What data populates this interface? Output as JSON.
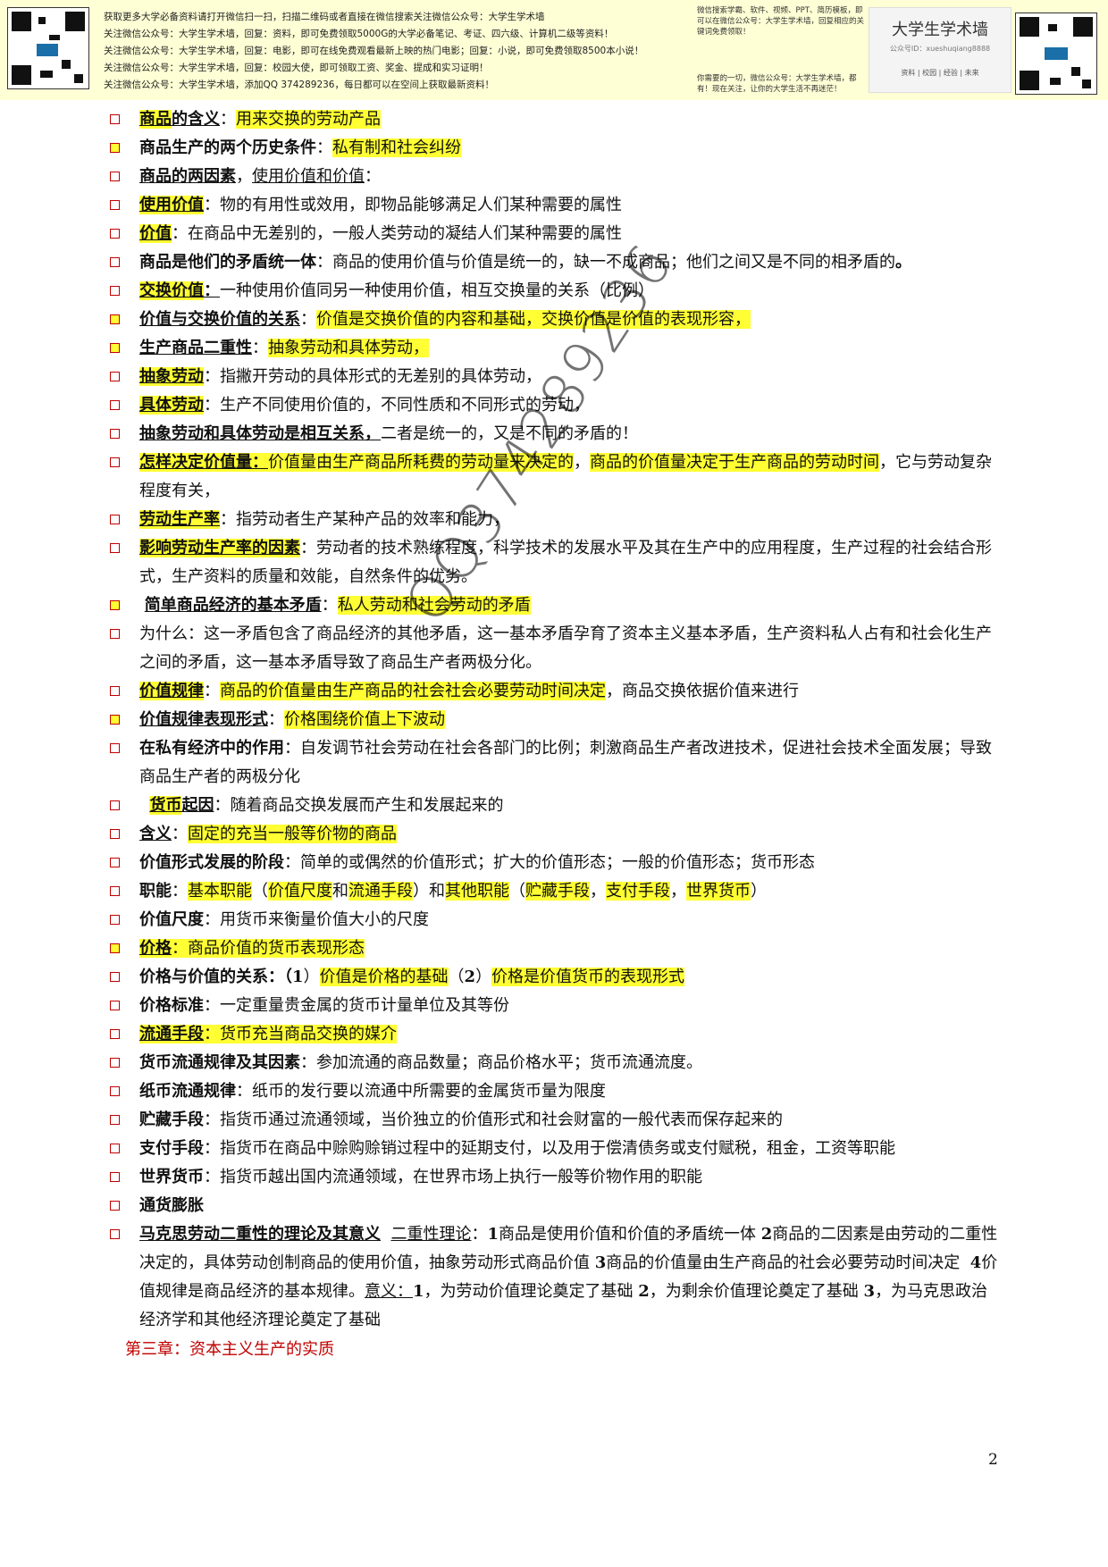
{
  "banner": {
    "lines": [
      "获取更多大学必备资料请打开微信扫一扫，扫描二维码或者直接在微信搜索关注微信公众号：大学生学术墙",
      "关注微信公众号：大学生学术墙，回复：资料，即可免费领取5000G的大学必备笔记、考证、四六级、计算机二级等资料！",
      "关注微信公众号：大学生学术墙，回复：电影，即可在线免费观看最新上映的热门电影；回复：小说，即可免费领取8500本小说！",
      "关注微信公众号：大学生学术墙，回复：校园大使，即可领取工资、奖金、提成和实习证明！",
      "关注微信公众号：大学生学术墙，添加QQ 374289236，每日都可以在空间上获取最新资料！"
    ],
    "side_top": "微信搜索学霸、软件、视频、PPT、简历模板，即可以在微信公众号：大学生学术墙，回复相应的关键词免费领取！",
    "side_bottom": "你需要的一切，微信公众号：大学生学术墙，都有！现在关注，让你的大学生活不再迷茫！",
    "brand_name": "大学生学术墙",
    "brand_id": "公众号ID：xueshuqiang8888",
    "brand_nav": "资料 | 校园 | 经验 | 未来"
  },
  "items": {
    "i1": {
      "t": "商品",
      "t2": "的含义",
      "c": "：",
      "d": "用来交换的劳动产品"
    },
    "i2": {
      "t": "商品生产的两个历史条件",
      "c": "：",
      "d": "私有制和社会纠纷"
    },
    "i3": {
      "t": "商品的两因素",
      "c": "，",
      "d": "使用价值和价值",
      "e": "："
    },
    "i4": {
      "t": "使用价值",
      "d": "：物的有用性或效用，即物品能够满足人们某种需要的属性"
    },
    "i5": {
      "t": "价值",
      "d": "：在商品中无差别的，一般人类劳动的凝结人们某种需要的属性"
    },
    "i6": {
      "t": "商品是他们的矛盾统一体",
      "d": "：商品的使用价值与价值是统一的，缺一不成商品；他们之间又是不同的相矛盾的",
      "e": "。"
    },
    "i7": {
      "t": "交换价值",
      "c": "：",
      "d": "一种使用价值同另一种使用价值，相互交换量的关系（比例）"
    },
    "i8": {
      "t": "价值与交换价值的关系",
      "c": "：",
      "d": "价值是交换价值的内容和基础，交换价值是价值的表现形容，"
    },
    "i9": {
      "t": "生产商品二重性",
      "c": "：",
      "d": "抽象劳动和具体劳动，"
    },
    "i10": {
      "t": "抽象劳动",
      "d": "：指撇开劳动的具体形式的无差别的具体劳动，"
    },
    "i11": {
      "t": "具体劳动",
      "d": "：生产不同使用价值的，不同性质和不同形式的劳动，"
    },
    "i12": {
      "t": "抽象劳动和具体劳动是相互关系，",
      "d": "二者是统一的，又是不同的矛盾的！"
    },
    "i13": {
      "t": "怎样决定价值量：",
      "d": "价值量由生产商品所耗费的劳动量来决定的",
      "c": "，",
      "e": "商品的价值量决定于生产商品的劳动时间",
      "f": "，它与劳动复杂程度有关，"
    },
    "i14": {
      "t": "劳动生产率",
      "d": "：指劳动者生产某种产品的效率和能力，"
    },
    "i15": {
      "t": "影响劳动生产率的因素",
      "d": "：劳动者的技术熟练程度，科学技术的发展水平及其在生产中的应用程度，生产过程的社会结合形式，生产资料的质量和效能，自然条件的优劣。"
    },
    "i16": {
      "t": "简单商品经济的基本矛盾",
      "c": "：",
      "d": "私人劳动和社会劳动的矛盾"
    },
    "i17": {
      "d": "为什么：这一矛盾包含了商品经济的其他矛盾，这一基本矛盾孕育了资本主义基本矛盾，生产资料私人占有和社会化生产之间的矛盾，这一基本矛盾导致了商品生产者两极分化。"
    },
    "i18": {
      "t": "价值规律",
      "c": "：",
      "d": "商品的价值量由生产商品的社会社会必要劳动时间决定",
      "e": "，商品交换依据价值来进行"
    },
    "i19": {
      "t": "价值规律表现形式",
      "c": "：",
      "d": "价格围绕价值上下波动"
    },
    "i20": {
      "t": "在私有经济中的作用",
      "d": "：自发调节社会劳动在社会各部门的比例；刺激商品生产者改进技术，促进社会技术全面发展；导致商品生产者的两极分化"
    },
    "i21": {
      "t": "货币",
      "t2": "起因",
      "d": "：随着商品交换发展而产生和发展起来的"
    },
    "i22": {
      "t": "含义",
      "c": "：",
      "d": "固定的充当一般等价物的商品"
    },
    "i23": {
      "t": "价值形式发展的阶段",
      "d": "：简单的或偶然的价值形式；扩大的价值形态；一般的价值形态；货币形态"
    },
    "i24": {
      "t": "职能",
      "c": "：",
      "a": "基本职能",
      "b": "（",
      "c2": "价值尺度",
      "d": "和",
      "e": "流通手段",
      "f": "）和",
      "g": "其他职能",
      "h": "（",
      "i": "贮藏手段",
      "j": "，",
      "k": "支付手段",
      "l": "，",
      "m": "世界货币",
      "n": "）"
    },
    "i25": {
      "t": "价值尺度",
      "d": "：用货币来衡量价值大小的尺度"
    },
    "i26": {
      "t": "价格",
      "d": "：商品价值的货币表现形态"
    },
    "i27": {
      "t": "价格与价值的关系",
      "c": "：（",
      "n1": "1",
      "p1": "）",
      "a": "价值是价格的基础",
      "p2": "（",
      "n2": "2",
      "p3": "）",
      "b": "价格是价值货币的表现形式"
    },
    "i28": {
      "t": "价格标准",
      "d": "：一定重量贵金属的货币计量单位及其等份"
    },
    "i29": {
      "t": "流通手段",
      "d": "：货币充当商品交换的媒介"
    },
    "i30": {
      "t": "货币流通规律及其因素",
      "d": "：参加流通的商品数量；商品价格水平；货币流通流度。"
    },
    "i31": {
      "t": "纸币流通规律",
      "d": "：纸币的发行要以流通中所需要的金属货币量为限度"
    },
    "i32": {
      "t": "贮藏手段",
      "d": "：指货币通过流通领域，当价独立的价值形式和社会财富的一般代表而保存起来的"
    },
    "i33": {
      "t": "支付手段",
      "d": "：指货币在商品中赊购赊销过程中的延期支付，以及用于偿清债务或支付赋税，租金，工资等职能"
    },
    "i34": {
      "t": "世界货币",
      "d": "：指货币越出国内流通领域，在世界市场上执行一般等价物作用的职能"
    },
    "i35": {
      "t": "通货膨胀"
    },
    "i36": {
      "t": "马克思劳动二重性的理论及其意义",
      "s": "  ",
      "u": "二重性理论",
      "c": "：",
      "n1": "1",
      "a": "商品是使用价值和价值的矛盾统一体",
      "n2": "2",
      "b": "商品的二因素是由劳动的二重性决定的，具体劳动创制商品的使用价值，抽象劳动形式商品价值",
      "n3": "3",
      "e": "商品的价值量由生产商品的社会必要劳动时间决定",
      "n4": "4",
      "f": "价值规律是商品经济的基本规律。",
      "u2": "意义：",
      "n5": "1",
      "g": "，为劳动价值理论奠定了基础",
      "n6": "2",
      "h": "，为剩余价值理论奠定了基础",
      "n7": "3",
      "i": "，为马克思政治经济学和其他经济理论奠定了基础"
    }
  },
  "chapter": "第三章：资本主义生产的实质",
  "watermark": "QQ374289236",
  "page_number": "2"
}
